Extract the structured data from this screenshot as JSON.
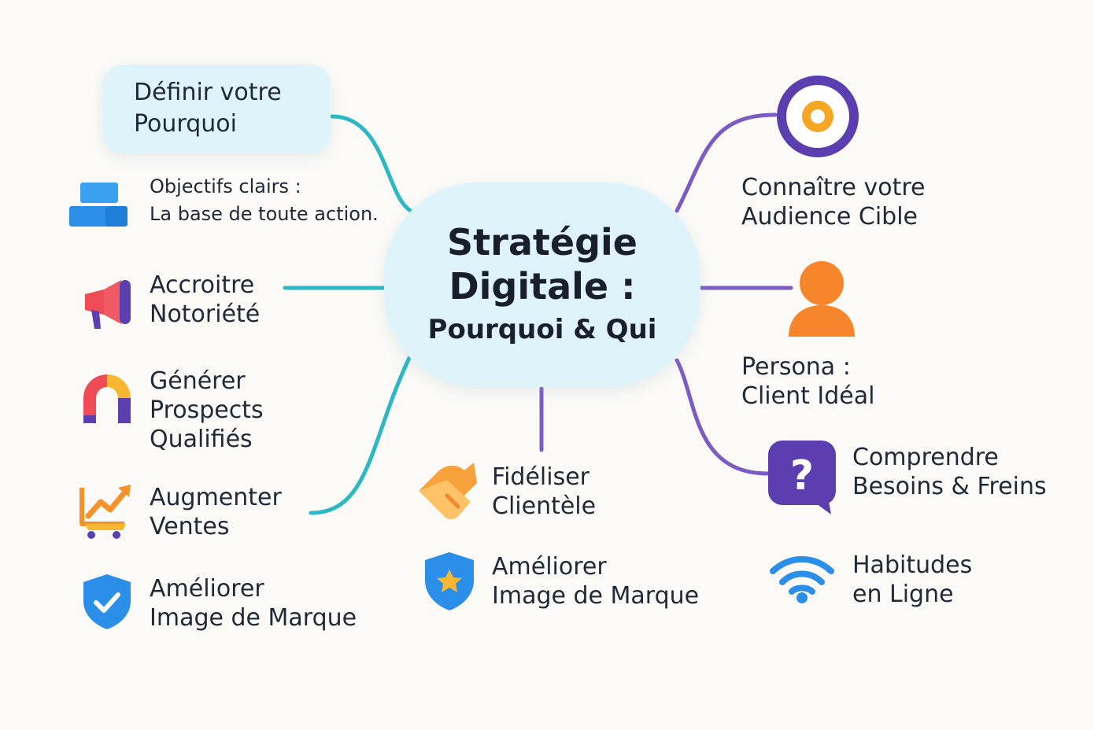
{
  "center": {
    "title": "Stratégie\nDigitale :",
    "subtitle": "Pourquoi & Qui"
  },
  "left": {
    "header": "Définir votre\nPourquoi",
    "objectives_intro": "Objectifs clairs :\nLa base de toute action.",
    "items": [
      {
        "label": "Accroitre\nNotoriété",
        "icon": "megaphone-icon"
      },
      {
        "label": "Générer\nProspects\nQualifiés",
        "icon": "magnet-icon"
      },
      {
        "label": "Augmenter\nVentes",
        "icon": "sales-growth-cart-icon"
      },
      {
        "label": "Améliorer\nImage de Marque",
        "icon": "shield-check-icon"
      }
    ]
  },
  "middle": {
    "items": [
      {
        "label": "Fidéliser\nClientèle",
        "icon": "handshake-icon"
      },
      {
        "label": "Améliorer\nImage de Marque",
        "icon": "shield-star-icon"
      }
    ]
  },
  "right": {
    "header": "Connaître votre\nAudience Cible",
    "persona": "Persona :\nClient Idéal",
    "items": [
      {
        "label": "Comprendre\nBesoins & Freins",
        "icon": "question-bubble-icon"
      },
      {
        "label": "Habitudes\nen Ligne",
        "icon": "wifi-icon"
      }
    ]
  },
  "colors": {
    "background": "#fbfaf6",
    "box_fill": "#dff4fa",
    "teal_connector": "#2bb8c4",
    "purple_connector": "#7c5cc4",
    "target_purple": "#5b3fb0",
    "target_orange": "#f5a623",
    "person_orange": "#f7852b",
    "blue": "#2b8ee8"
  }
}
